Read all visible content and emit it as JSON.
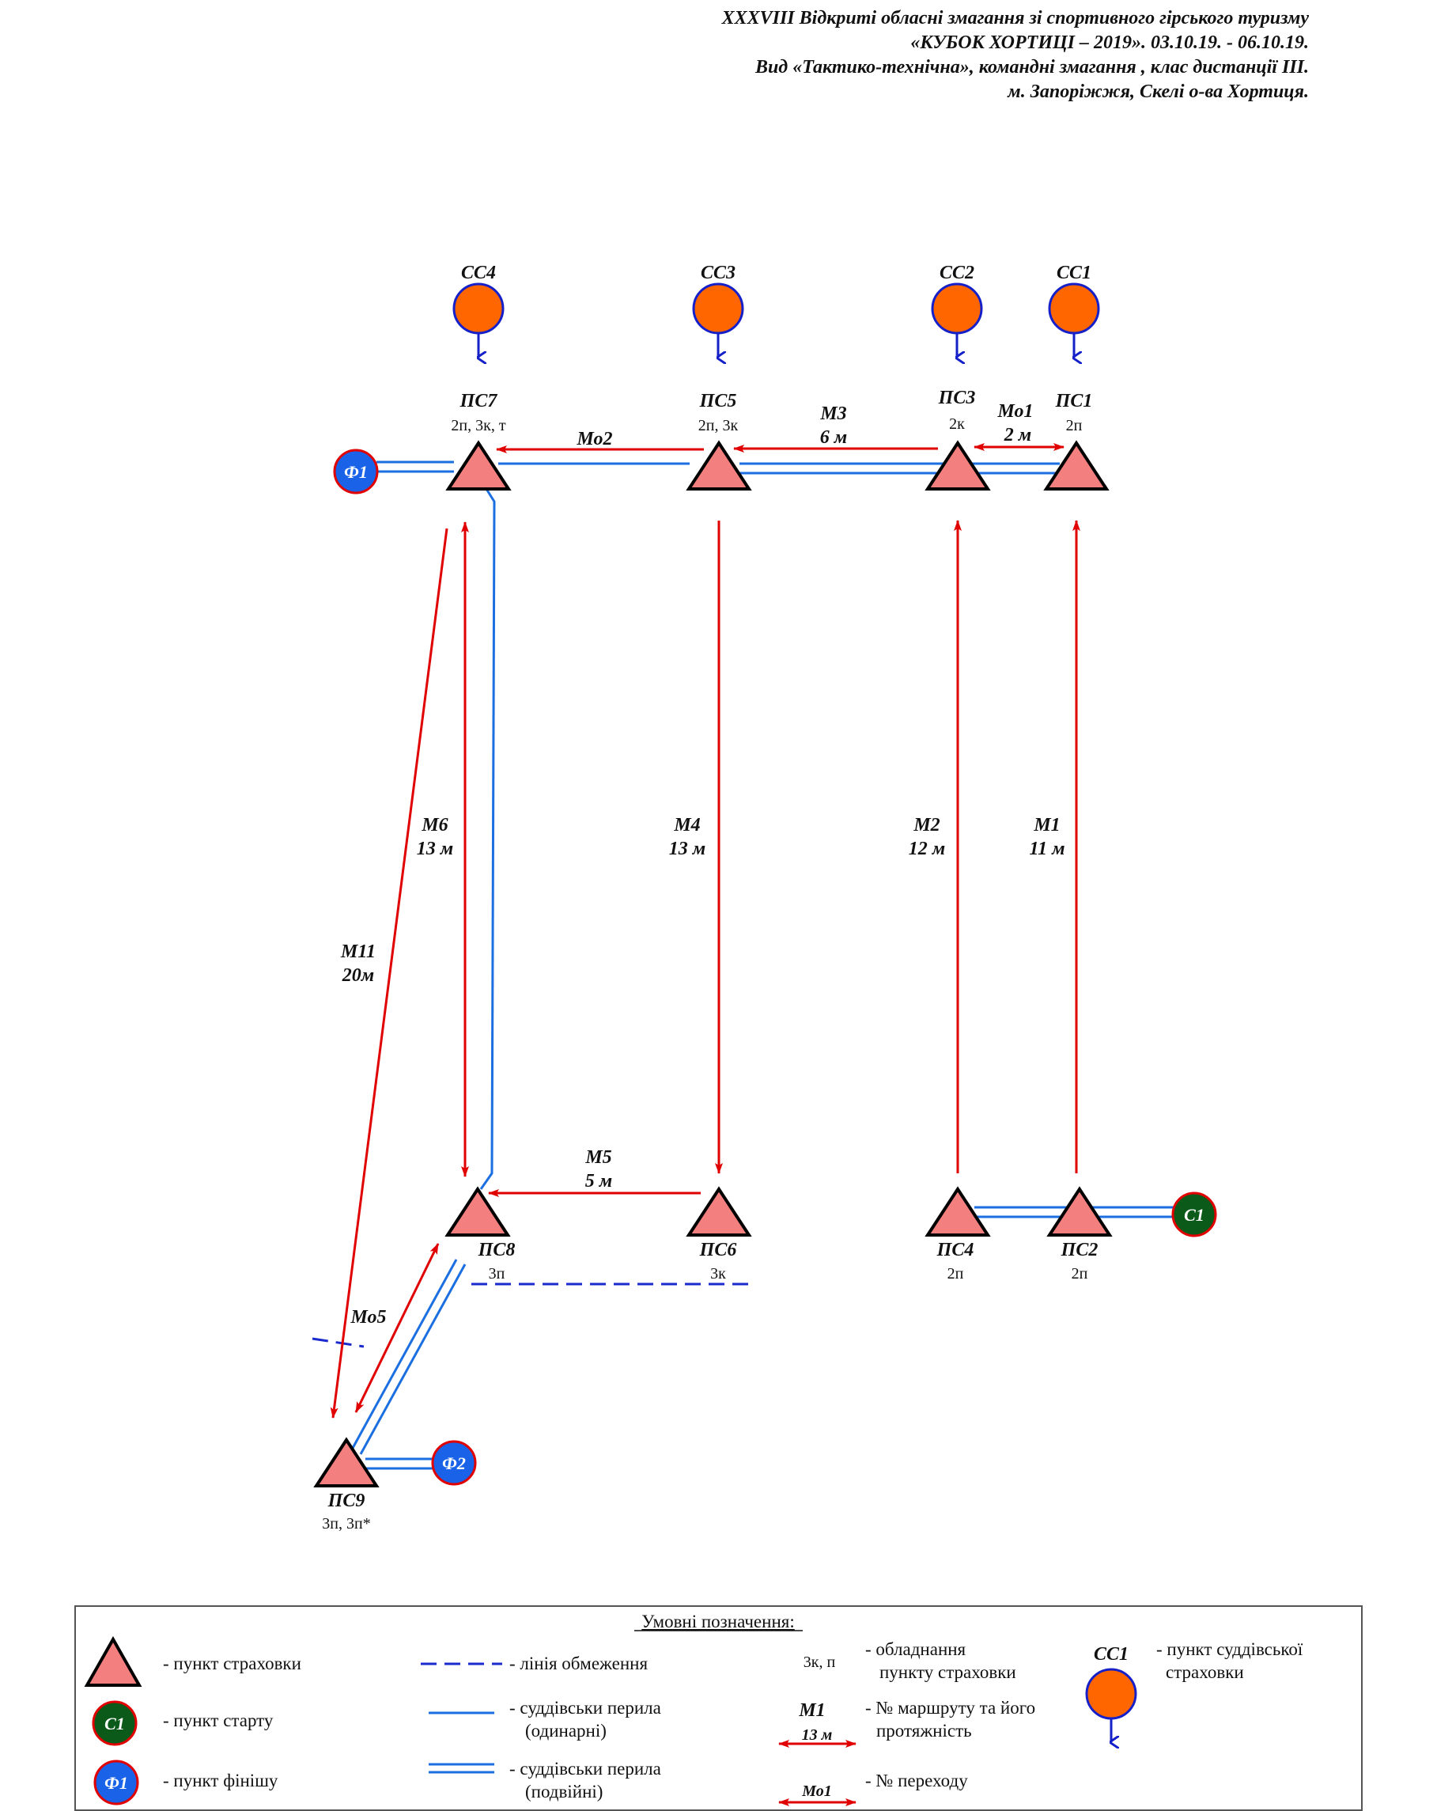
{
  "header": {
    "line1": "XXXVIII Відкриті обласні змагання зі спортивного гірського туризму",
    "line2": "«КУБОК ХОРТИЦІ – 2019». 03.10.19. - 06.10.19.",
    "line3": "Вид «Тактико-технічна», командні змагання , клас дистанції ІІІ.",
    "line4": "м. Запоріжжя, Скелі о-ва Хортиця."
  },
  "judges": [
    {
      "id": "cc4",
      "label": "СС4"
    },
    {
      "id": "cc3",
      "label": "СС3"
    },
    {
      "id": "cc2",
      "label": "СС2"
    },
    {
      "id": "cc1",
      "label": "СС1"
    }
  ],
  "stations": [
    {
      "id": "ps7",
      "label": "ПС7",
      "equip": "2п, 3к, т"
    },
    {
      "id": "ps5",
      "label": "ПС5",
      "equip": "2п, 3к"
    },
    {
      "id": "ps3",
      "label": "ПС3",
      "equip": "2к"
    },
    {
      "id": "ps1",
      "label": "ПС1",
      "equip": "2п"
    },
    {
      "id": "ps8",
      "label": "ПС8",
      "equip": "3п"
    },
    {
      "id": "ps6",
      "label": "ПС6",
      "equip": "3к"
    },
    {
      "id": "ps4",
      "label": "ПС4",
      "equip": "2п"
    },
    {
      "id": "ps2",
      "label": "ПС2",
      "equip": "2п"
    },
    {
      "id": "ps9",
      "label": "ПС9",
      "equip": "3п, 3п*"
    }
  ],
  "points": {
    "start": "С1",
    "finish1": "Ф1",
    "finish2": "Ф2"
  },
  "routes": [
    {
      "id": "mo1",
      "name": "Мо1",
      "length": "2 м"
    },
    {
      "id": "m3",
      "name": "М3",
      "length": "6 м"
    },
    {
      "id": "mo2",
      "name": "Мо2",
      "length": ""
    },
    {
      "id": "m1",
      "name": "М1",
      "length": "11 м"
    },
    {
      "id": "m2",
      "name": "М2",
      "length": "12 м"
    },
    {
      "id": "m4",
      "name": "М4",
      "length": "13 м"
    },
    {
      "id": "m6",
      "name": "М6",
      "length": "13 м"
    },
    {
      "id": "m11",
      "name": "М11",
      "length": "20м"
    },
    {
      "id": "m5",
      "name": "М5",
      "length": "5 м"
    },
    {
      "id": "mo5",
      "name": "Мо5",
      "length": ""
    }
  ],
  "legend": {
    "title": "Умовні позначення:",
    "belay_point": "- пункт страховки",
    "start_point": "- пункт старту",
    "start_sym": "С1",
    "finish_point": "- пункт фінішу",
    "finish_sym": "Ф1",
    "limit_line": "- лінія обмеження",
    "single_rail_1": "- суддівськи перила",
    "single_rail_2": "(одинарні)",
    "double_rail_1": "- суддівськи перила",
    "double_rail_2": "(подвійні)",
    "equip_sample": "3к, п",
    "equip_1": "- обладнання",
    "equip_2": "пункту страховки",
    "route_sample_name": "М1",
    "route_sample_len": "13 м",
    "route_1": "- № маршруту та його",
    "route_2": "протяжність",
    "transition_sample": "Мо1",
    "transition": "- № переходу",
    "judge_sample": "СС1",
    "judge_1": "- пункт суддівської",
    "judge_2": "страховки"
  },
  "colors": {
    "triangle_fill": "#f47f7f",
    "route_red": "#e00000",
    "rail_blue": "#1b6fe0",
    "judge_orange": "#ff6600",
    "start_green": "#0b5a1a",
    "finish_blue": "#1a63e8",
    "arrow_blue": "#1520c8"
  },
  "icons": {
    "belay": "triangle-icon",
    "judge": "judge-circle-arrow-icon",
    "start": "start-circle-icon",
    "finish": "finish-circle-icon"
  }
}
